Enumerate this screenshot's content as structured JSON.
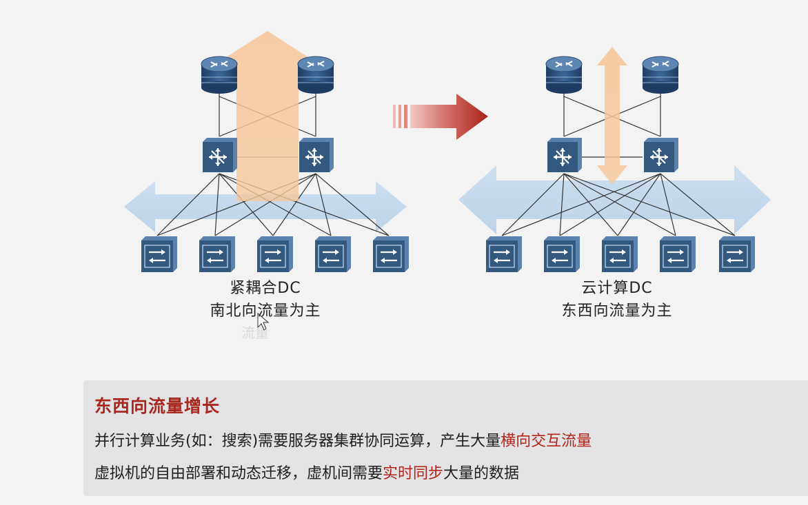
{
  "left": {
    "caption_line1": "紧耦合DC",
    "caption_line2": "南北向流量为主"
  },
  "right": {
    "caption_line1": "云计算DC",
    "caption_line2": "东西向流量为主"
  },
  "ghost_text": "流量",
  "info": {
    "title": "东西向流量增长",
    "line1_prefix": "并行计算业务(如：搜索)需要服务器集群协同运算，产生大量",
    "line1_highlight": "横向交互流量",
    "line2_prefix": "虚拟机的自由部署和动态迁移，虚机间需要",
    "line2_highlight": "实时同步",
    "line2_suffix": "大量的数据"
  },
  "colors": {
    "title_red": "#a8281f",
    "highlight_red": "#b42318",
    "arrow_orange": "#f3c9a0",
    "arrow_blue": "#bcd3ea",
    "transition_arrow": "#b32a24",
    "device_blue": "#32557d"
  },
  "icons": {
    "router": "router-icon",
    "core_switch": "core-switch-icon",
    "access_switch": "access-switch-icon",
    "cursor": "mouse-cursor-icon"
  }
}
